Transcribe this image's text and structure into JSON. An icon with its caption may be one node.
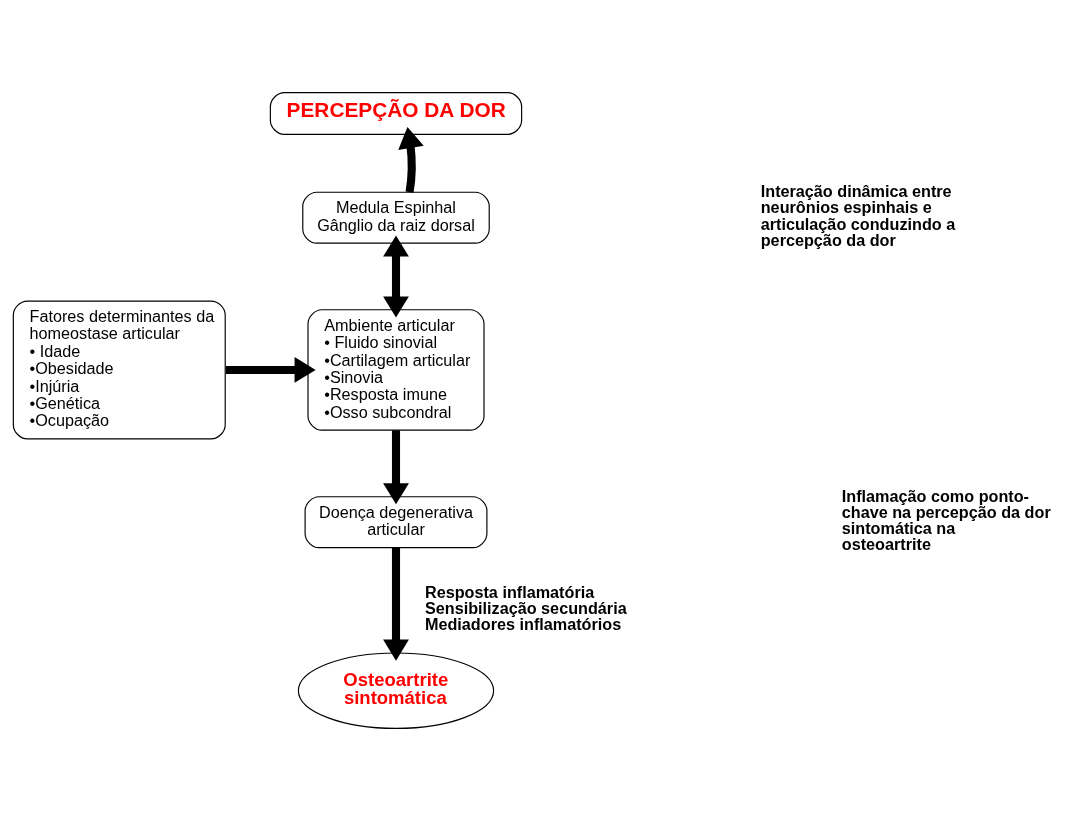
{
  "diagram": {
    "nodes": [
      {
        "text": [
          "PERCEPÇÃO DA DOR"
        ]
      },
      {
        "text": [
          "Medula Espinhal",
          "Gânglio da raiz dorsal"
        ]
      },
      {
        "text": [
          "Fatores determinantes da homeostase articular",
          "• Idade",
          "•Obesidade",
          "•Injúria",
          "•Genética",
          "•Ocupação"
        ]
      },
      {
        "text": [
          "Ambiente articular",
          "• Fluido sinovial",
          "•Cartilagem articular",
          "•Sinovia",
          "•Resposta imune",
          "•Osso subcondral"
        ]
      },
      {
        "text": [
          "Doença degenerativa articular"
        ]
      },
      {
        "text": [
          "Osteoartrite sintomática"
        ]
      }
    ],
    "edges": [
      {
        "from": 1,
        "to": 0,
        "arrow": "to"
      },
      {
        "from": 1,
        "to": 3,
        "arrow": "both"
      },
      {
        "from": 2,
        "to": 3,
        "arrow": "to"
      },
      {
        "from": 3,
        "to": 4,
        "arrow": "to"
      },
      {
        "from": 4,
        "to": 5,
        "arrow": "to",
        "label": "Resposta inflamatória Sensibilização secundária Mediadores inflamatórios"
      }
    ],
    "labels": [
      "Interação dinâmica entre neurônios espinhais e articulação conduzindo a percepção da dor",
      "Inflamação como ponto-chave na percepção da dor sintomática na osteoartrite"
    ]
  }
}
